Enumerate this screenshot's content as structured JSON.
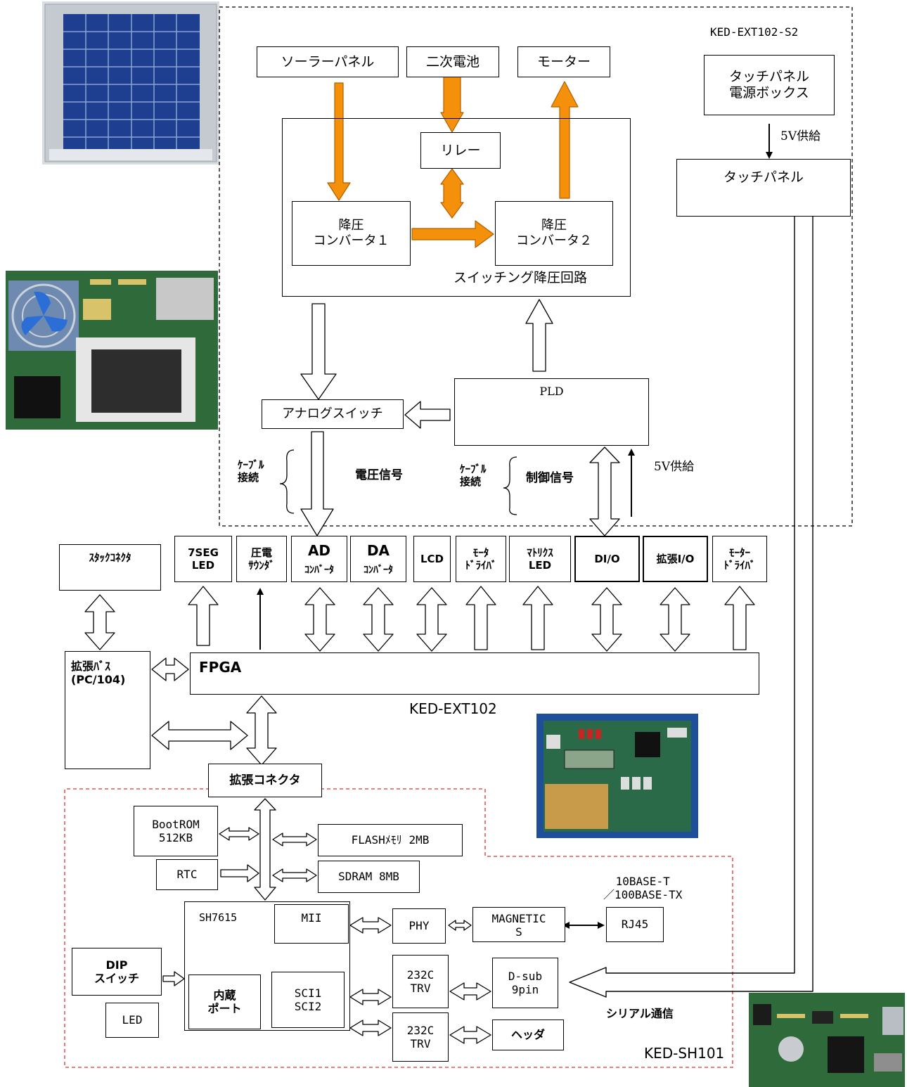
{
  "colors": {
    "power_arrow": "#f5900a",
    "power_arrow_edge": "#b35f00",
    "dashed_black": "#000000",
    "dashed_red": "#e03030",
    "pcb_green": "#2f6b3a",
    "pcb_blue": "#1f4e9a",
    "solar_cell": "#1e3f8f"
  },
  "icons": [
    "solar-panel-photo",
    "pcb-with-fan-photo",
    "ked-ext102-board-photo",
    "ked-sh101-board-photo"
  ],
  "labels": {
    "ked_ext102_s2": "KED-EXT102-S2",
    "solar_panel": "ソーラーパネル",
    "secondary_battery": "二次電池",
    "motor": "モーター",
    "relay": "リレー",
    "buck_converter_1": "降圧\nコンバータ１",
    "buck_converter_2": "降圧\nコンバータ２",
    "switching_circuit": "スイッチング降圧回路",
    "touch_power_box": "タッチパネル\n電源ボックス",
    "supply_5v_top": "5V供給",
    "touch_panel": "タッチパネル",
    "pld": "PLD",
    "analog_switch": "アナログスイッチ",
    "cable_left": "ｹｰﾌﾞﾙ\n接続",
    "voltage_signal": "電圧信号",
    "cable_right": "ｹｰﾌﾞﾙ\n接続",
    "control_signal": "制御信号",
    "supply_5v_mid": "5V供給",
    "stack_connector": "ｽﾀｯｸｺﾈｸﾀ",
    "seg7": "7SEG LED",
    "buzzer": "圧電\nｻｳﾝﾀﾞ",
    "ad_top": "AD",
    "ad_bottom": "ｺﾝﾊﾞｰﾀ",
    "da_top": "DA",
    "da_bottom": "ｺﾝﾊﾞｰﾀ",
    "lcd": "LCD",
    "motor_driver_small": "ﾓｰﾀ\nﾄﾞﾗｲﾊﾞ",
    "matrix_led": "ﾏﾄﾘｸｽ\nLED",
    "dio": "DI/O",
    "ext_io": "拡張I/O",
    "motor_driver": "ﾓｰﾀｰ\nﾄﾞﾗｲﾊﾞ",
    "ext_bus": "拡張ﾊﾞｽ\n(PC/104)",
    "fpga": "FPGA",
    "ked_ext102": "KED-EXT102",
    "ext_connector": "拡張コネクタ",
    "bootrom": "BootROM\n512KB",
    "rtc": "RTC",
    "flash": "FLASHﾒﾓﾘ 2MB",
    "sdram": "SDRAM 8MB",
    "ethernet": "10BASE-T\n／100BASE-TX",
    "sh7615": "SH7615",
    "mii": "MII",
    "phy": "PHY",
    "magnetics": "MAGNETIC\nS",
    "rj45": "RJ45",
    "dip": "DIP\nスイッチ",
    "led": "LED",
    "internal_port": "内蔵\nポート",
    "sci": "SCI1\nSCI2",
    "trv1": "232C\nTRV",
    "dsub": "D-sub\n9pin",
    "serial_comm": "シリアル通信",
    "trv2": "232C\nTRV",
    "header": "ヘッダ",
    "ked_sh101": "KED-SH101"
  }
}
